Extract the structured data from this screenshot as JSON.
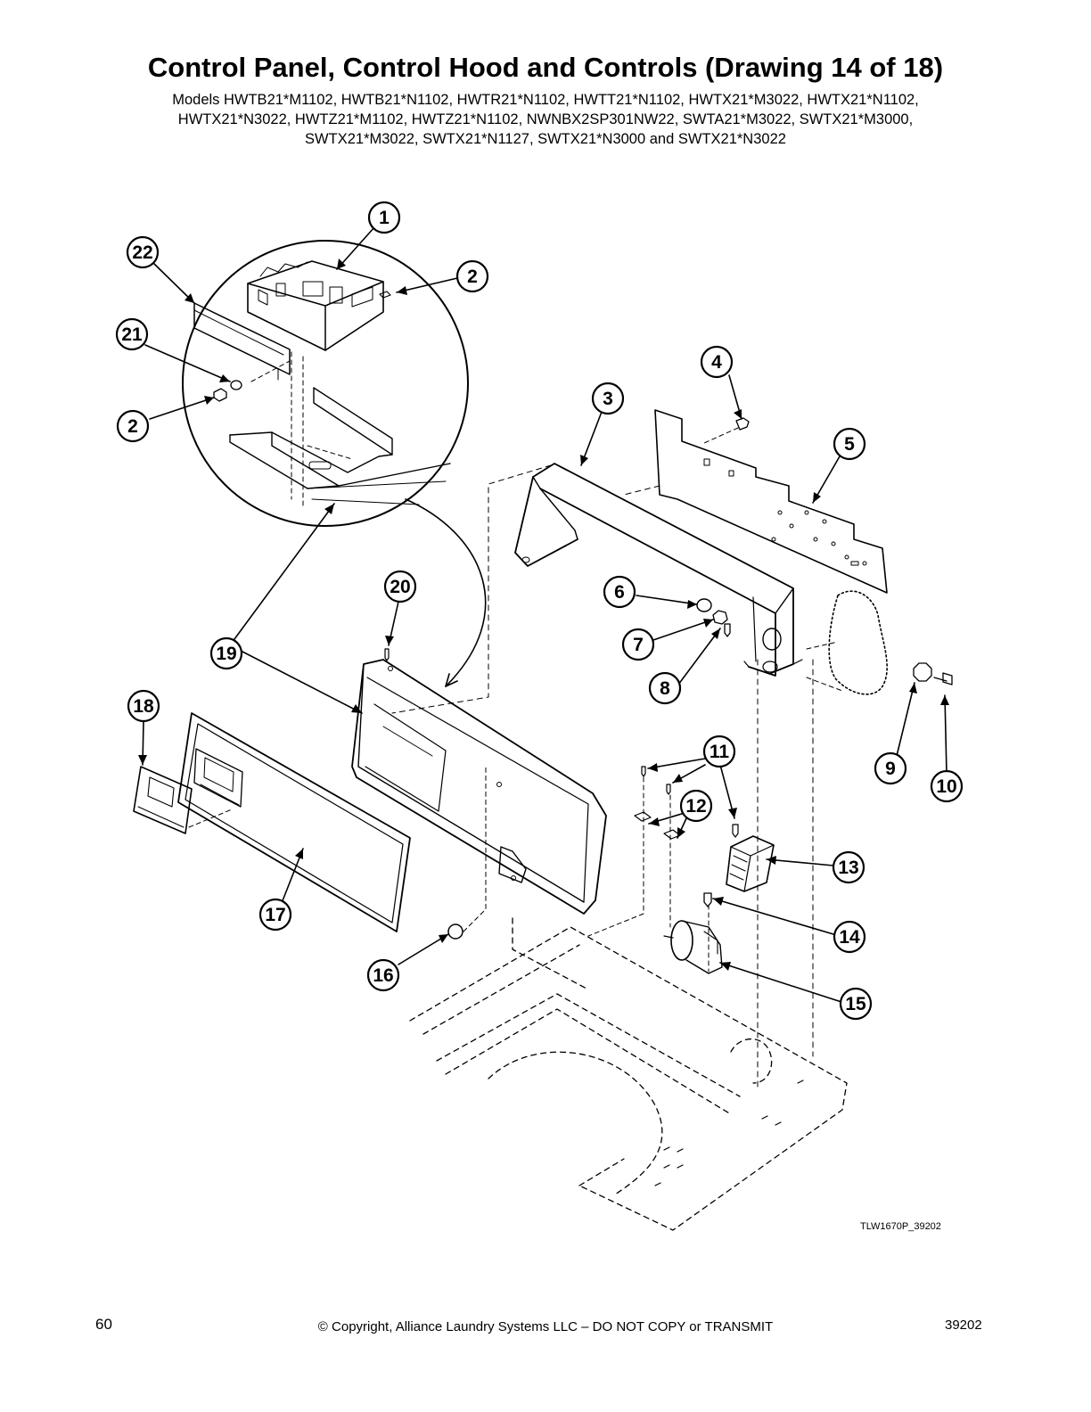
{
  "header": {
    "title": "Control Panel, Control Hood and Controls (Drawing 14 of 18)",
    "models_line1": "Models HWTB21*M1102, HWTB21*N1102, HWTR21*N1102, HWTT21*N1102, HWTX21*M3022, HWTX21*N1102,",
    "models_line2": "HWTX21*N3022, HWTZ21*M1102, HWTZ21*N1102, NWNBX2SP301NW22, SWTA21*M3022, SWTX21*M3000,",
    "models_line3": "SWTX21*M3022, SWTX21*N1127, SWTX21*N3000 and SWTX21*N3022"
  },
  "callouts": [
    "1",
    "2",
    "2",
    "3",
    "4",
    "5",
    "6",
    "7",
    "8",
    "9",
    "10",
    "11",
    "12",
    "13",
    "14",
    "15",
    "16",
    "17",
    "18",
    "19",
    "20",
    "21",
    "22"
  ],
  "drawing_code": "TLW1670P_39202",
  "footer": {
    "page_number": "60",
    "copyright": "© Copyright, Alliance Laundry Systems LLC – DO NOT COPY or TRANSMIT",
    "doc_number": "39202"
  },
  "colors": {
    "ink": "#000000",
    "paper": "#ffffff"
  }
}
